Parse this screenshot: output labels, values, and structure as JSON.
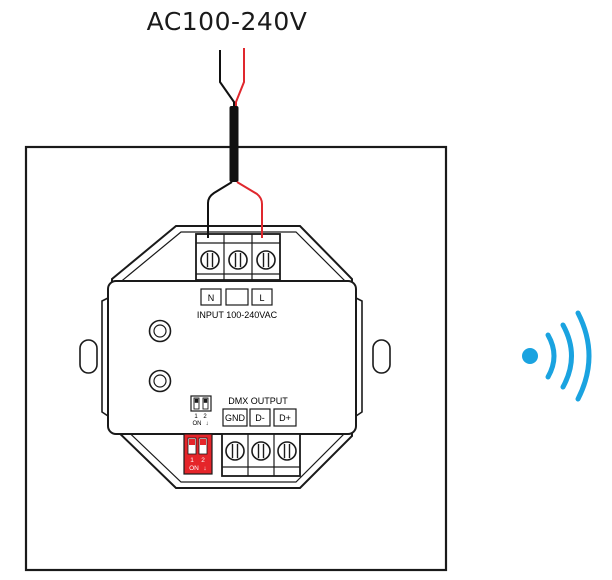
{
  "diagram": {
    "supply_label": "AC100-240V",
    "input_terminals": [
      "N",
      "",
      "L"
    ],
    "input_label": "INPUT  100-240VAC",
    "output_title": "DMX OUTPUT",
    "output_terminals": [
      "GND",
      "D-",
      "D+"
    ],
    "dip_small": {
      "numbers": [
        "1",
        "2"
      ],
      "on_label": "ON"
    },
    "dip_red": {
      "numbers": [
        "1",
        "2"
      ],
      "on_label": "ON"
    },
    "colors": {
      "outline": "#1a1a1a",
      "live_wire": "#e0282e",
      "neutral_wire": "#111111",
      "dip_switch": "#e5252a",
      "wireless_signal": "#1aa3e0"
    },
    "icons": [
      "wireless-signal-icon",
      "screw-terminal-icon",
      "dip-switch-icon",
      "knob-icon",
      "mounting-slot-icon"
    ]
  }
}
